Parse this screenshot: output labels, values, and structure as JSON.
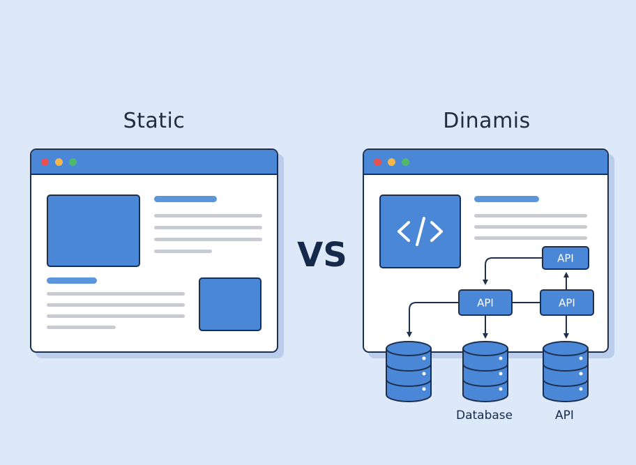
{
  "titles": {
    "static": "Static",
    "dynamic": "Dinamis"
  },
  "vs_label": "VS",
  "static_window": {
    "traffic_lights": [
      "#e55353",
      "#f2b64c",
      "#4fb86a"
    ]
  },
  "dynamic_window": {
    "code_icon": "code-brackets-icon",
    "api_nodes": [
      "API",
      "API",
      "API"
    ]
  },
  "databases": [
    "database-icon",
    "database-icon",
    "database-icon"
  ],
  "captions": {
    "database": "Database",
    "api": "API"
  },
  "colors": {
    "background": "#dde9f8",
    "accent": "#4a87d6",
    "outline": "#1d2f4f",
    "placeholder_text": "#c8ccd2"
  }
}
